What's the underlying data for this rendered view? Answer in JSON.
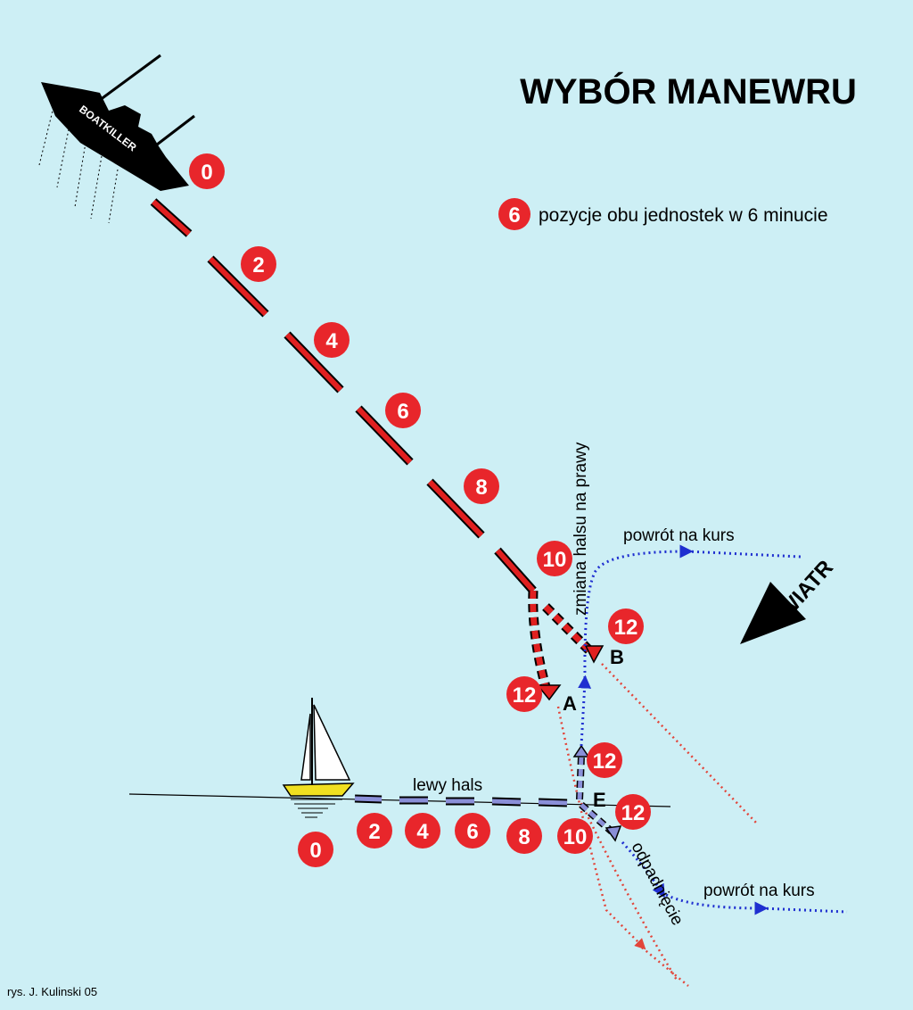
{
  "title": "WYBÓR MANEWRU",
  "legend": {
    "badge": "6",
    "text": "pozycje obu jednostek w 6 minucie"
  },
  "ship": {
    "name": "BOATKILLER"
  },
  "ship_positions": [
    "0",
    "2",
    "4",
    "6",
    "8",
    "10",
    "12",
    "12"
  ],
  "yacht_positions": [
    "0",
    "2",
    "4",
    "6",
    "8",
    "10",
    "12",
    "12"
  ],
  "labels": {
    "tack_change": "zmiana halsu na prawy",
    "return_top": "powrót na kurs",
    "return_bottom": "powrót na kurs",
    "port_tack": "lewy hals",
    "bear_away": "odpadnięcie",
    "wind": "WIATR",
    "point_a": "A",
    "point_b": "B",
    "point_e": "E"
  },
  "credit": "rys. J. Kulinski 05",
  "colors": {
    "background": "#cdeff5",
    "ship_track": "#e02020",
    "yacht_track": "#8a8fd8",
    "badge": "#e8262b",
    "blue_route": "#1f2fd0",
    "red_dotted": "#e2453a"
  }
}
